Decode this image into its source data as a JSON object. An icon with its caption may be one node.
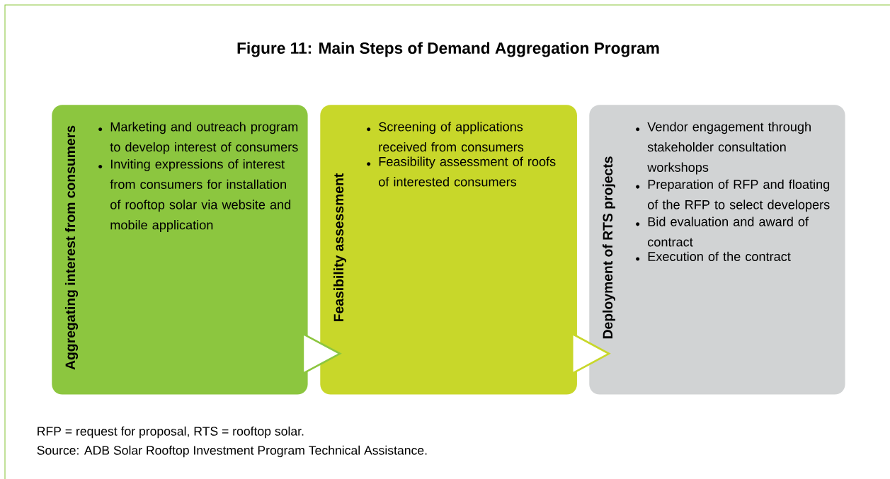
{
  "diagram": {
    "title": "Figure 11: Main Steps of Demand Aggregation Program",
    "nodes": [
      {
        "text": [
          "Aggregating interest from consumers",
          "Marketing and outreach program to develop interest of consumers",
          "Inviting expressions of interest from consumers for installation of rooftop solar via website and mobile application"
        ]
      },
      {
        "text": [
          "Feasibility assessment",
          "Screening of applications received from consumers",
          "Feasibility assessment of roofs of interested consumers"
        ]
      },
      {
        "text": [
          "Deployment of RTS projects",
          "Vendor engagement through stakeholder consultation workshops",
          "Preparation of RFP and floating of the RFP to select developers",
          "Bid evaluation and award of contract",
          "Execution of the contract"
        ]
      }
    ],
    "edges": [
      {
        "from": 0,
        "to": 1,
        "arrow": "to",
        "color": "#8cc63f"
      },
      {
        "from": 1,
        "to": 2,
        "arrow": "to",
        "color": "#c8d72a"
      }
    ],
    "labels": [
      "RFP = request for proposal, RTS = rooftop solar.",
      "Source: ADB Solar Rooftop Investment Program Technical Assistance."
    ]
  }
}
